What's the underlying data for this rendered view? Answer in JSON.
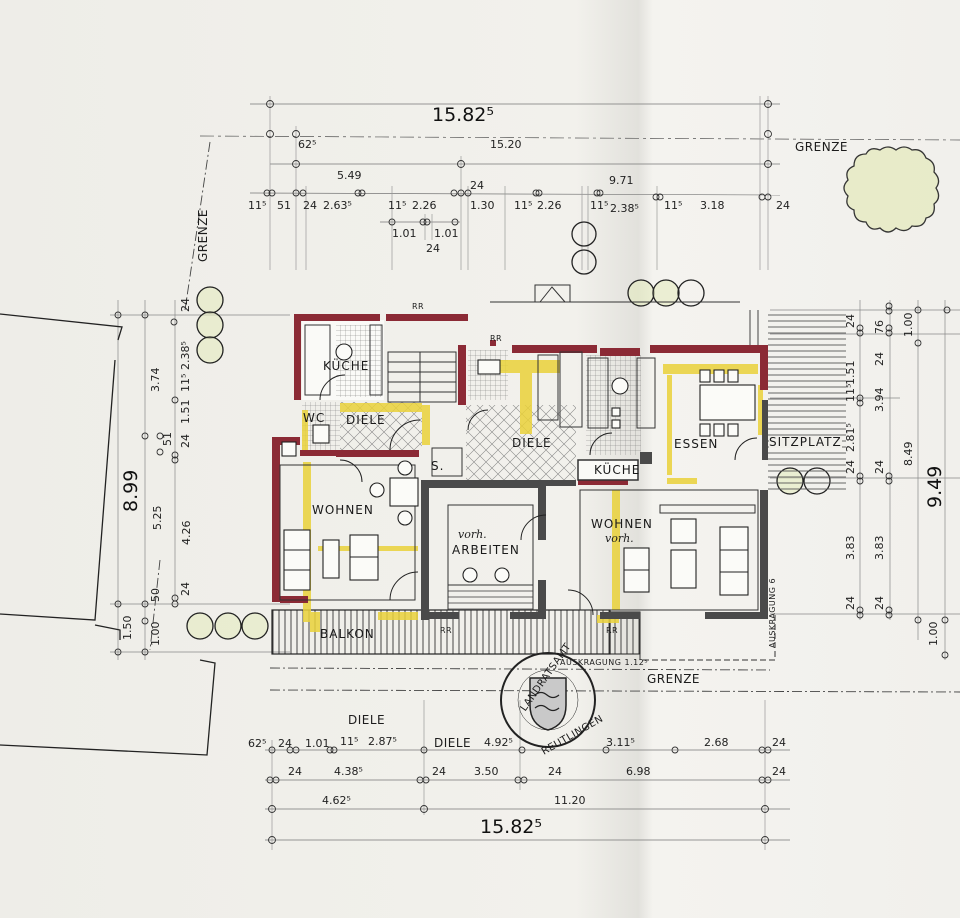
{
  "drawing": {
    "type": "architectural floor plan",
    "colors": {
      "paper": "#efeee9",
      "wall_existing": "#8b2a35",
      "wall_new": "#4a4a4a",
      "highlight": "#e8cf2a",
      "tree_fill": "#dfe6b0",
      "ink": "#1c1c1c"
    }
  },
  "boundary_labels": {
    "top": "GRENZE",
    "left": "GRENZE",
    "bottom": "GRENZE"
  },
  "rooms": {
    "kueche_left": "KÜCHE",
    "wc": "WC",
    "diele_left": "DIELE",
    "storage": "S.",
    "wohnen_left": "WOHNEN",
    "arbeiten_note": "vorh.",
    "arbeiten": "ARBEITEN",
    "balkon": "BALKON",
    "diele_center": "DIELE",
    "kueche_right": "KÜCHE",
    "essen": "ESSEN",
    "sitzplatz": "SITZPLATZ",
    "wohnen_right": "WOHNEN",
    "wohnen_right_note": "vorh."
  },
  "annotations": {
    "rr_top_left": "RR",
    "rr_top_center": "RR",
    "rr_balkon": "RR",
    "rr_bottom": "RR",
    "auskragung_bottom": "AUSKRAGUNG 1.12⁵",
    "auskragung_right": "AUSKRAGUNG 6"
  },
  "stamp": {
    "text_top": "LANDRATSAMT",
    "text_bottom": "REUTLINGEN"
  },
  "dimensions": {
    "top": {
      "overall": "15.82⁵",
      "row2": [
        "62⁵",
        "15.20"
      ],
      "row3": [
        "5.49",
        "9.71"
      ],
      "row4": [
        "11⁵",
        "51",
        "24",
        "2.63⁵",
        "11⁵",
        "2.26",
        "24",
        "1.30",
        "11⁵",
        "2.26",
        "11⁵",
        "2.38⁵",
        "11⁵",
        "3.18",
        "24"
      ],
      "row5": [
        "1.01",
        "1.01",
        "24"
      ]
    },
    "bottom": {
      "label": "DIELE",
      "row1": [
        "62⁵",
        "24",
        "1.01",
        "11⁵",
        "2.87⁵",
        "DIELE",
        "4.92⁵",
        "3.11⁵",
        "2.68",
        "24"
      ],
      "row2": [
        "24",
        "4.38⁵",
        "24",
        "3.50",
        "24",
        "6.98",
        "24"
      ],
      "row3": [
        "4.62⁵",
        "11.20"
      ],
      "overall": "15.82⁵"
    },
    "left": {
      "overall": "8.99",
      "row2": [
        "3.74",
        "51",
        "5.25",
        "50",
        "1.50",
        "1.00"
      ],
      "row3": [
        "24",
        "2.38⁵",
        "11⁵",
        "1.51",
        "24",
        "4.26",
        "24"
      ]
    },
    "right": {
      "overall": "9.49",
      "col1": [
        "24",
        "1.51",
        "11⁵",
        "2.81⁵",
        "24",
        "3.83",
        "24"
      ],
      "col2": [
        "76",
        "24",
        "3.94",
        "24",
        "3.83",
        "24"
      ],
      "col3": [
        "1.00",
        "8.49",
        "1.00"
      ]
    }
  }
}
